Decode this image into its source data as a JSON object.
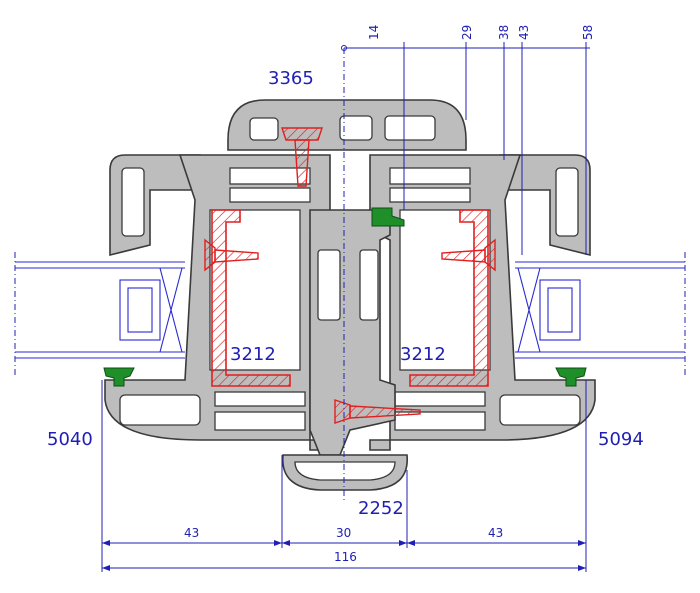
{
  "labels": {
    "profile_top": "3365",
    "reinforcement_left": "3212",
    "reinforcement_right": "3212",
    "profile_left": "5040",
    "profile_right": "5094",
    "profile_bottom": "2252"
  },
  "dimensions": {
    "top": [
      "14",
      "29",
      "38",
      "43",
      "58"
    ],
    "bottom_left": "43",
    "bottom_center": "30",
    "bottom_right": "43",
    "overall": "116"
  },
  "colors": {
    "profile_fill": "#bdbdbd",
    "profile_stroke": "#3a3a3a",
    "reinforcement": "#e02020",
    "gasket": "#1f8f2a",
    "dimension": "#1f1fb4",
    "glazing": "#2a2ad0"
  }
}
